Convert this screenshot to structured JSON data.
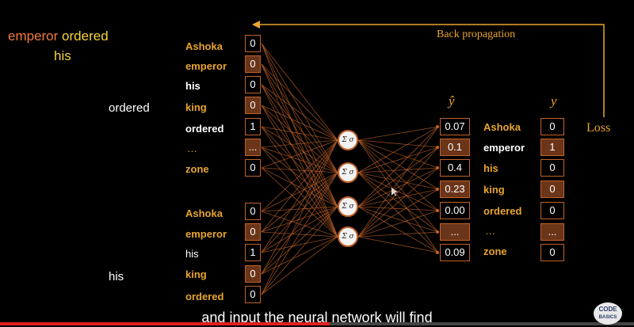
{
  "context_words": {
    "part1": "emperor",
    "part2": "ordered",
    "part3": "his"
  },
  "side_labels": {
    "ordered": "ordered",
    "his": "his"
  },
  "input_vector_1": [
    {
      "word": "Ashoka",
      "value": "0"
    },
    {
      "word": "emperor",
      "value": "0"
    },
    {
      "word": "his",
      "value": "0"
    },
    {
      "word": "king",
      "value": "0"
    },
    {
      "word": "ordered",
      "value": "1"
    },
    {
      "word": "…",
      "value": "..."
    },
    {
      "word": "zone",
      "value": "0"
    }
  ],
  "input_vector_2": [
    {
      "word": "Ashoka",
      "value": "0"
    },
    {
      "word": "emperor",
      "value": "0"
    },
    {
      "word": "his",
      "value": "1"
    },
    {
      "word": "king",
      "value": "0"
    },
    {
      "word": "ordered",
      "value": "0"
    }
  ],
  "neuron_label": "Σ σ",
  "output": {
    "y_hat_label": "ŷ",
    "y_label": "y",
    "predictions": [
      "0.07",
      "0.1",
      "0.4",
      "0.23",
      "0.00",
      "...",
      "0.09"
    ],
    "words": [
      "Ashoka",
      "emperor",
      "his",
      "king",
      "ordered",
      "…",
      "zone"
    ],
    "targets": [
      "0",
      "1",
      "0",
      "0",
      "0",
      "...",
      "0"
    ]
  },
  "back_propagation": "Back propagation",
  "loss": "Loss",
  "subtitle": "and input the neural network will find",
  "logo": {
    "line1": "CODE",
    "line2": "BASICS"
  },
  "video_progress_percent": 52,
  "colors": {
    "accent": "#c0622a",
    "gold": "#e8a52d",
    "highlight": "#6a3519",
    "context_orange": "#f07a3a",
    "context_yellow": "#f2d43a"
  }
}
